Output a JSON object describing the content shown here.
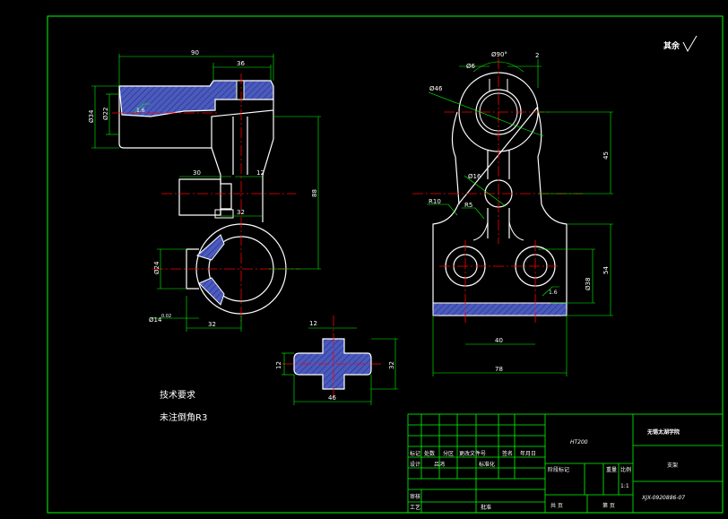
{
  "colors": {
    "background": "#000000",
    "border": "#00ff00",
    "outline": "#ffffff",
    "centerline": "#ff0000",
    "dimension": "#00ff00",
    "hatch": "#4b5bbd",
    "title_text": "#ffffff",
    "material_text": "#6a7bff"
  },
  "roughness_note": "其余",
  "dims": {
    "front": {
      "d90": "90",
      "d36": "36",
      "d34": "Ø34",
      "d22": "Ø22",
      "d30": "30",
      "d12": "12",
      "d32": "32",
      "d88": "88",
      "d24": "Ø24",
      "d14": "Ø14",
      "d14tol": "0.02",
      "d32b": "32",
      "r16": "1.6"
    },
    "side": {
      "d90": "Ø90°",
      "d6": "Ø6",
      "d2": "2",
      "d46": "Ø46",
      "d45": "45",
      "d16": "Ø16",
      "r10": "R10",
      "r5": "R5",
      "d54": "54",
      "d38": "Ø38",
      "d40": "40",
      "d78": "78",
      "r16": "1.6"
    },
    "section": {
      "d12top": "12",
      "d12left": "12",
      "d32": "32",
      "d46": "46"
    }
  },
  "notes": {
    "title": "技术要求",
    "line1": "未注倒角R3"
  },
  "title_block": {
    "material": "HT200",
    "school": "无锡太湖学院",
    "part_name": "支架",
    "drawing_no": "XJX-0920886-07",
    "scale": "1:1",
    "headers": [
      "标记",
      "处数",
      "分区",
      "更改文件号",
      "签名",
      "年月日"
    ],
    "row_design": [
      "设计",
      "吕鸿",
      "标准化"
    ],
    "stage_headers": [
      "阶段标记",
      "重量",
      "比例"
    ],
    "row_check": "审核",
    "row_process": "工艺",
    "row_approve": "批准",
    "sheets_total": "共 页",
    "sheet_no": "第 页"
  }
}
